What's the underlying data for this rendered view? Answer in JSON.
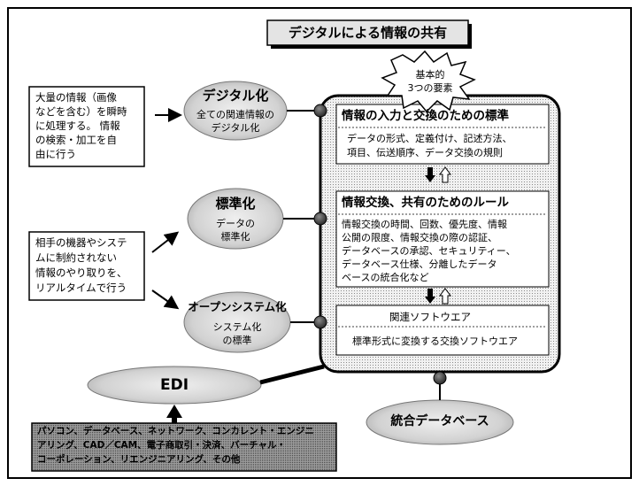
{
  "title": "デジタルによる情報の共有",
  "starburst": {
    "line1": "基本的",
    "line2": "3つの要素"
  },
  "left_boxes": {
    "top": [
      "大量の情報（画像",
      "などを含む）を瞬時",
      "に処理する。 情報",
      "の検索・加工を自",
      "由に行う"
    ],
    "middle": [
      "相手の機器やシステ",
      "ムに制約されない",
      "情報のやり取りを、",
      "リアルタイムで行う"
    ]
  },
  "ellipses": {
    "digital": {
      "title": "デジタル化",
      "line1": "全ての関連情報の",
      "line2": "デジタル化"
    },
    "standard": {
      "title": "標準化",
      "line1": "データの",
      "line2": "標準化"
    },
    "open": {
      "title": "オープンシステム化",
      "line1": "システム化",
      "line2": "の標準"
    },
    "edi": {
      "title": "EDI"
    },
    "db": {
      "title": "統合データベース"
    }
  },
  "panels": {
    "p1": {
      "title": "情報の入力と交換のための標準",
      "line1": "データの形式、定義付け、記述方法、",
      "line2": "項目、伝送順序、データ交換の規則"
    },
    "p2": {
      "title": "情報交換、共有のためのルール",
      "lines": [
        "情報交換の時間、回数、優先度、情報",
        "公開の限度、情報交換の際の認証、",
        "データベースの承認、セキュリティー、",
        "データベース仕様、分離したデータ",
        "ベースの統合化など"
      ]
    },
    "p3": {
      "title": "関連ソフトウエア",
      "line1": "標準形式に変換する交換ソフトウエア"
    }
  },
  "bottom_box": [
    "パソコン、データベース、ネットワーク、コンカレント・エンジニ",
    "アリング、CAD／CAM、電子商取引・決済、バーチャル・",
    "コーポレーション、リエンジニアリング、その他"
  ]
}
